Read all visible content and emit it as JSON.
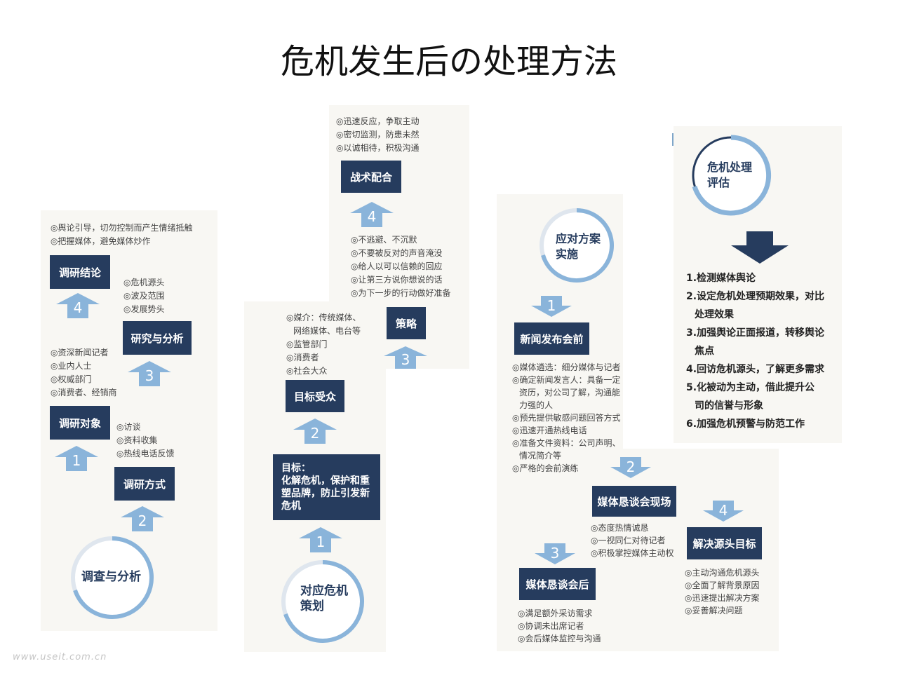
{
  "title": "危机发生后の处理方法",
  "watermark": "www.useit.com.cn",
  "colors": {
    "dark_box": "#263c5e",
    "arrow": "#8ab4da",
    "ring": "#8ab4da",
    "panel": "#f8f7f3"
  },
  "research": {
    "circle": "调查与分析",
    "step1_num": "1",
    "step2_num": "2",
    "step3_num": "3",
    "step4_num": "4",
    "method_box": "调研方式",
    "methods": [
      "◎访谈",
      "◎资料收集",
      "◎热线电话反馈"
    ],
    "target_box": "调研对象",
    "targets": [
      "◎资深新闻记者",
      "◎业内人士",
      "◎权威部门",
      "◎消费者、经销商"
    ],
    "analysis_box": "研究与分析",
    "analysis": [
      "◎危机源头",
      "◎波及范围",
      "◎发展势头"
    ],
    "conclusion_box": "调研结论",
    "conclusions": [
      "◎舆论引导，切勿控制而产生情绪抵触",
      "◎把握媒体，避免媒体炒作"
    ]
  },
  "strategy": {
    "circle": "对应危机\n策划",
    "step1_num": "1",
    "step2_num": "2",
    "step3_num": "3",
    "step4_num": "4",
    "goal_box": "目标：\n化解危机，保护和重\n塑品牌，防止引发新\n危机",
    "audience_box": "目标受众",
    "audience": [
      "◎媒介：传统媒体、",
      "网络媒体、电台等",
      "◎监管部门",
      "◎消费者",
      "◎社会大众"
    ],
    "policy_box": "策略",
    "policy": [
      "◎不逃避、不沉默",
      "◎不要被反对的声音淹没",
      "◎给人以可以信赖的回应",
      "◎让第三方说你想说的话",
      "◎为下一步的行动做好准备"
    ],
    "tactics_box": "战术配合",
    "tactics": [
      "◎迅速反应，争取主动",
      "◎密切监测，防患未然",
      "◎以诚相待，积极沟通"
    ]
  },
  "implement": {
    "circle": "应对方案\n实施",
    "step1_num": "1",
    "step2_num": "2",
    "step3_num": "3",
    "step4_num": "4",
    "pre_box": "新闻发布会前",
    "pre": [
      "◎媒体遴选：细分媒体与记者",
      "◎确定新闻发言人：具备一定",
      "资历，对公司了解，沟通能",
      "力强的人",
      "◎预先提供敏感问题回答方式",
      "◎迅速开通热线电话",
      "◎准备文件资料：公司声明、",
      "情况简介等",
      "◎严格的会前演练"
    ],
    "live_box": "媒体恳谈会现场",
    "live": [
      "◎态度热情诚恳",
      "◎一视同仁对待记者",
      "◎积极掌控媒体主动权"
    ],
    "post_box": "媒体恳谈会后",
    "post": [
      "◎满足额外采访需求",
      "◎协调未出席记者",
      "◎会后媒体监控与沟通"
    ],
    "source_box": "解决源头目标",
    "source": [
      "◎主动沟通危机源头",
      "◎全面了解背景原因",
      "◎迅速提出解决方案",
      "◎妥善解决问题"
    ]
  },
  "evaluation": {
    "circle": "危机处理\n评估",
    "items": [
      "1.检测媒体舆论",
      "2.设定危机处理预期效果，对比",
      "处理效果",
      "3.加强舆论正面报道，转移舆论",
      "焦点",
      "4.回访危机源头，了解更多需求",
      "5.化被动为主动，借此提升公",
      "司的信誉与形象",
      "6.加强危机预警与防范工作"
    ]
  }
}
